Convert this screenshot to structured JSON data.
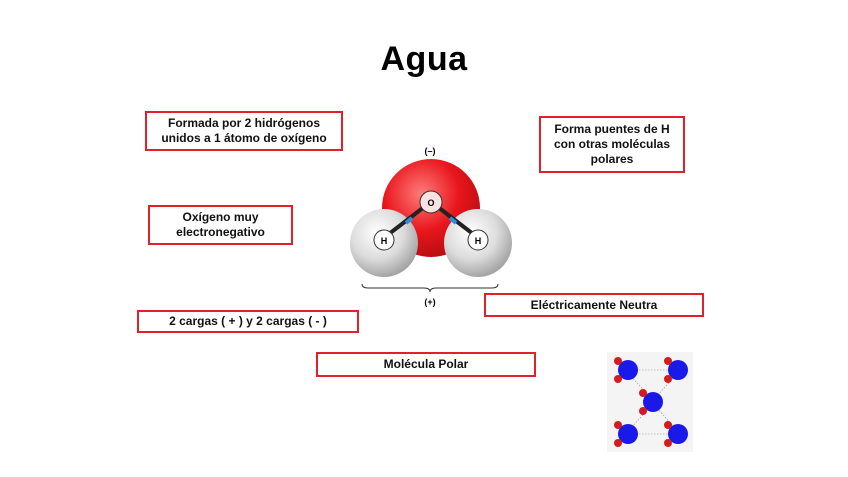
{
  "title": "Agua",
  "boxes": {
    "formada": "Formada por 2 hidrógenos unidos a 1 átomo de oxígeno",
    "puentes": "Forma puentes de H con otras moléculas polares",
    "oxigeno": "Oxígeno muy electronegativo",
    "neutra": "Eléctricamente  Neutra",
    "cargas": "2 cargas ( + ) y 2 cargas ( - )",
    "polar": "Molécula Polar"
  },
  "molecule": {
    "oxygen": "O",
    "hydrogen_left": "H",
    "hydrogen_right": "H",
    "charge_negative": "(–)",
    "charge_positive": "(+)"
  },
  "colors": {
    "box_border": "#e0202a",
    "oxygen": "#e8161c",
    "hydrogen": "#e6e6e6",
    "lattice_oxygen": "#1a1ae8",
    "lattice_hydrogen": "#d41c1c"
  }
}
